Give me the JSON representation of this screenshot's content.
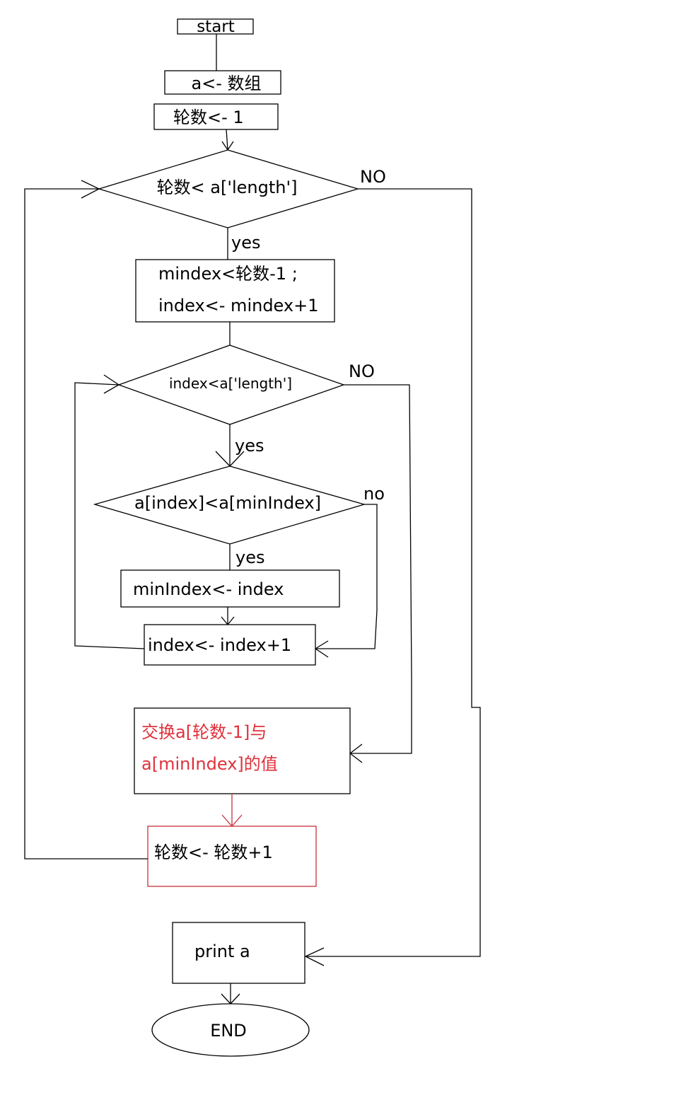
{
  "colors": {
    "line": "#000000",
    "accent": "#e0313b",
    "accent_border": "#c8303a"
  },
  "nodes": {
    "start": "start",
    "init_array": "a<- 数组",
    "init_round": "轮数<- 1",
    "cond_outer": "轮数< a['length']",
    "init_indices_line1": "mindex<轮数-1 ;",
    "init_indices_line2": "index<- mindex+1",
    "cond_inner": "index<a['length']",
    "cond_compare": "a[index]<a[minIndex]",
    "assign_min": "minIndex<- index",
    "increment_index": "index<- index+1",
    "swap_line1": "交换a[轮数-1]与",
    "swap_line2": "a[minIndex]的值",
    "increment_round": "轮数<-   轮数+1",
    "print": "print  a",
    "end": "END"
  },
  "edge_labels": {
    "outer_no": "NO",
    "outer_yes": "yes",
    "inner_no": "NO",
    "inner_yes": "yes",
    "compare_no": "no",
    "compare_yes": "yes"
  }
}
